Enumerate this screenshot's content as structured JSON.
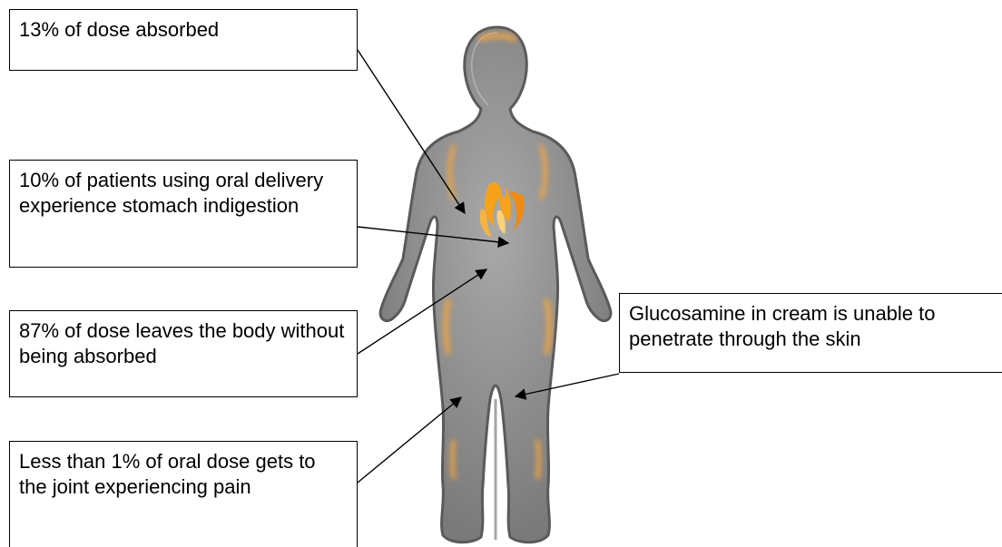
{
  "callouts": {
    "absorbed": "13% of dose absorbed",
    "indigestion": "10% of patients using oral delivery experience stomach indigestion",
    "leaves_body": "87% of dose leaves the body without being absorbed",
    "joint": "Less than 1% of oral dose gets to the joint experiencing pain",
    "cream": "Glucosamine in cream is unable to penetrate through the skin"
  },
  "colors": {
    "body_fill": "#8f8f8f",
    "body_outline": "#5a5a5a",
    "glow": "#f4a640",
    "flame": "#f7a21b"
  }
}
